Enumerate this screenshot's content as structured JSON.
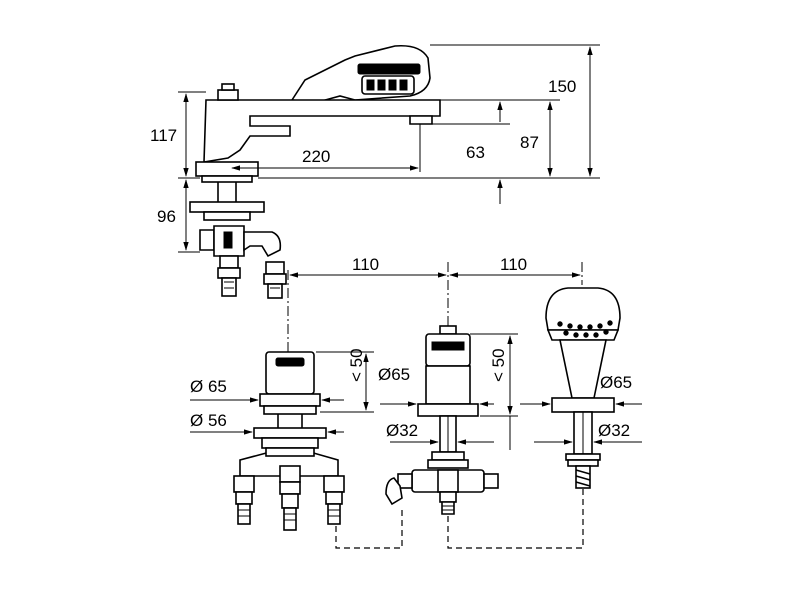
{
  "dimensions": {
    "overall_height": "150",
    "spout_height": "117",
    "outlet_height": "87",
    "outlet_clearance": "63",
    "spout_reach": "220",
    "below_deck": "96",
    "spacing_left": "110",
    "spacing_right": "110",
    "mixer_max_height": "< 50",
    "valve_max_height": "< 50",
    "mixer_rosette_diameter": "Ø 65",
    "mixer_base_diameter": "Ø 56",
    "valve_rosette_diameter": "Ø65",
    "valve_hole_diameter": "Ø32",
    "shower_rosette_diameter": "Ø65",
    "shower_hole_diameter": "Ø32"
  },
  "colors": {
    "line": "#000000",
    "background": "#ffffff"
  }
}
